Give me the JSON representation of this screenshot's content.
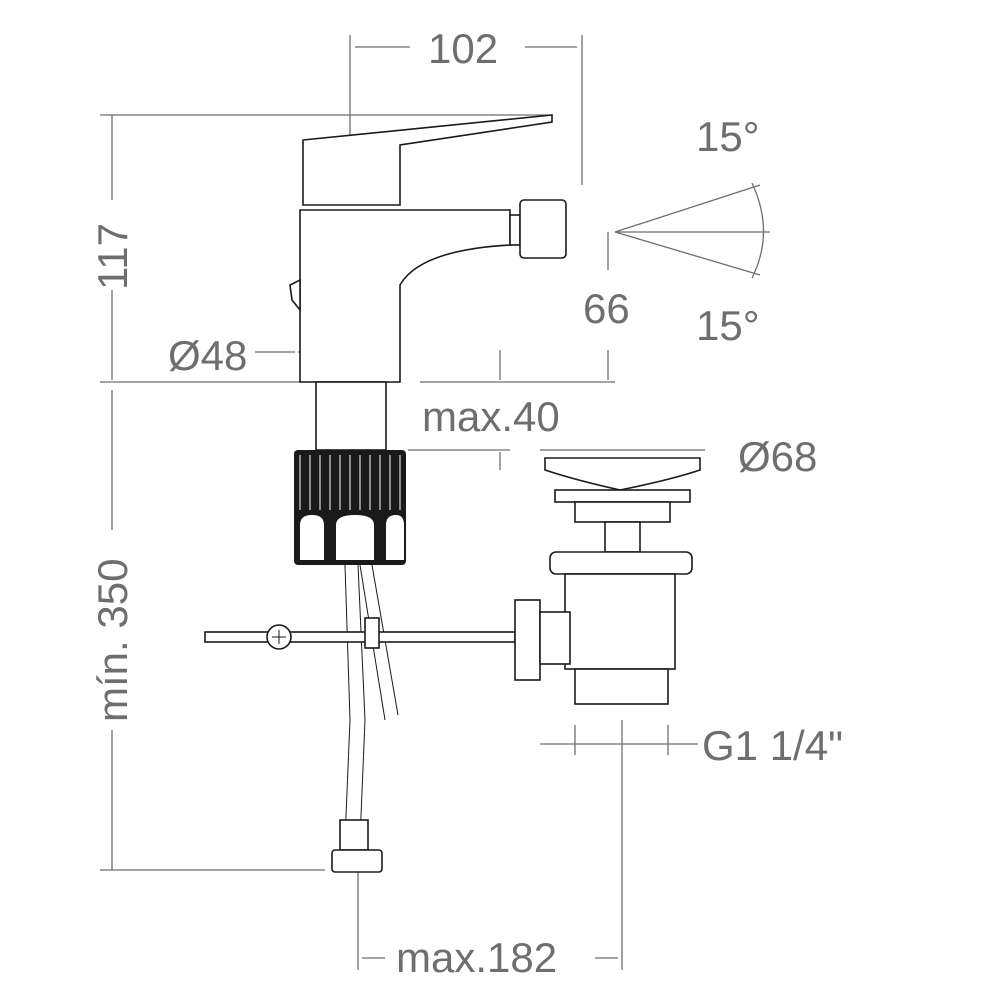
{
  "dimensions": {
    "spout_reach": "102",
    "angle_up": "15°",
    "height": "117",
    "outlet_height": "66",
    "angle_down": "15°",
    "base_diameter": "Ø48",
    "max_thickness": "max.40",
    "waste_diameter": "Ø68",
    "min_length": "mín. 350",
    "waste_thread": "G1 1/4\"",
    "max_distance": "max.182"
  },
  "colors": {
    "dimension": "#6d6e70",
    "outline": "#1a1a1a"
  }
}
